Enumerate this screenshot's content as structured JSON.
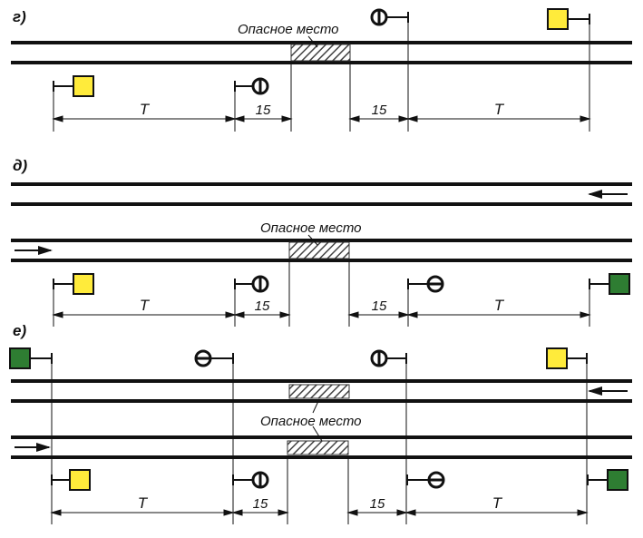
{
  "panels": {
    "g": {
      "label": "г)"
    },
    "d": {
      "label": "д)"
    },
    "e": {
      "label": "е)"
    }
  },
  "danger_label": "Опасное место",
  "dims": {
    "t": "Т",
    "fifteen": "15"
  },
  "colors": {
    "rail": "#111111",
    "yellow_signal": "#ffeb3b",
    "green_signal": "#2e7d32",
    "hatch": "#555555"
  },
  "icons": {
    "signal": "square-signal-icon",
    "shield_stop": "circle-vertical-bar-icon",
    "shield_caution": "circle-horizontal-bar-icon",
    "direction": "arrow-icon"
  }
}
